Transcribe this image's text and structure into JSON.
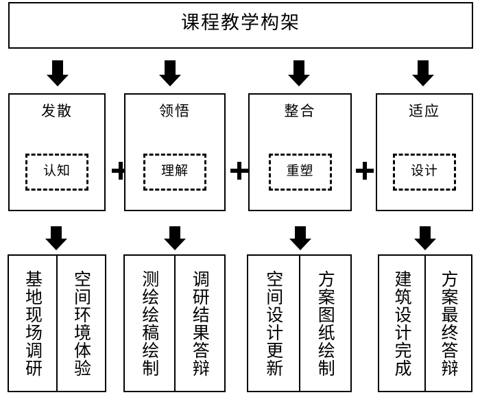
{
  "diagram": {
    "title": "课程教学构架",
    "arrow_icon": "down-arrow-icon",
    "plus_symbol": "+"
  },
  "stages": [
    {
      "id": "diverge",
      "label": "发散",
      "inner_label": "认知",
      "tasks": [
        "基地现场调研",
        "空间环境体验"
      ]
    },
    {
      "id": "comprehend",
      "label": "领悟",
      "inner_label": "理解",
      "tasks": [
        "测绘绘稿绘制",
        "调研结果答辩"
      ]
    },
    {
      "id": "integrate",
      "label": "整合",
      "inner_label": "重塑",
      "tasks": [
        "空间设计更新",
        "方案图纸绘制"
      ]
    },
    {
      "id": "adapt",
      "label": "适应",
      "inner_label": "设计",
      "tasks": [
        "建筑设计完成",
        "方案最终答辩"
      ]
    }
  ],
  "connectors": {
    "plus_1": "+",
    "plus_2": "+",
    "plus_3": "+"
  },
  "colors": {
    "stroke": "#000000",
    "background": "#ffffff"
  }
}
